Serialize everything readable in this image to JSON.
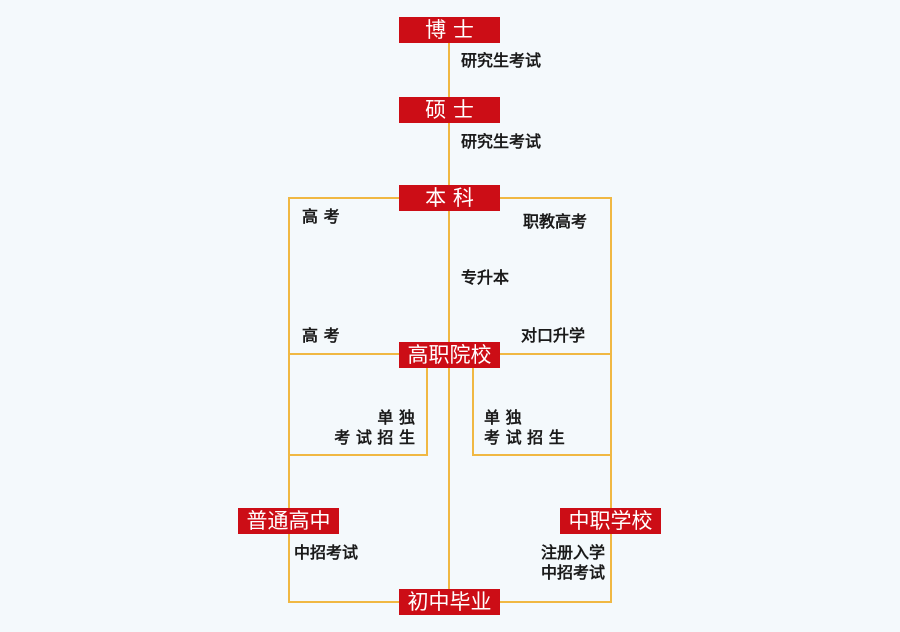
{
  "colors": {
    "node_fill": "#cc0d16",
    "node_text": "#ffffff",
    "line": "#f0b843",
    "label_text": "#1a1a1a",
    "background": "#f4f9fc"
  },
  "nodes": {
    "boshi": "博 士",
    "shuoshi": "硕 士",
    "benke": "本 科",
    "gaozhi": "高职院校",
    "putong_gaozhong": "普通高中",
    "zhongzhi": "中职学校",
    "chuzhong": "初中毕业"
  },
  "labels": {
    "yanjiusheng_1": "研究生考试",
    "yanjiusheng_2": "研究生考试",
    "gaokao_top": "高 考",
    "zhijiao_gaokao": "职教高考",
    "zhuanshengben": "专升本",
    "gaokao_bottom": "高 考",
    "duikou": "对口升学",
    "dandu_left_1": "单 独",
    "dandu_left_2": "考 试 招 生",
    "dandu_right_1": "单 独",
    "dandu_right_2": "考 试 招 生",
    "zhongzhao_left": "中招考试",
    "zhuce_1": "注册入学",
    "zhuce_2": "中招考试"
  }
}
